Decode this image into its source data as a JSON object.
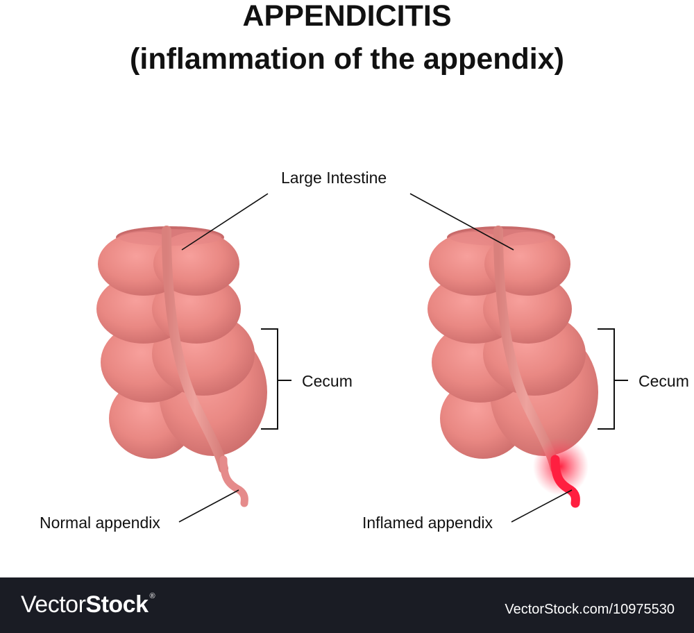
{
  "title": {
    "line1": "APPENDICITIS",
    "line2": "(inflammation of the appendix)"
  },
  "labels": {
    "large_intestine": "Large Intestine",
    "cecum_left": "Cecum",
    "cecum_right": "Cecum",
    "normal_appendix": "Normal appendix",
    "inflamed_appendix": "Inflamed appendix"
  },
  "footer": {
    "brand_regular": "Vector",
    "brand_bold": "Stock",
    "brand_mark": "®",
    "image_id": "VectorStock.com/10975530"
  },
  "colors": {
    "intestine": "#e58585",
    "intestine_dark": "#c86a6a",
    "inflammation": "#ff1a3a",
    "footer_bg": "#1a1c24"
  }
}
